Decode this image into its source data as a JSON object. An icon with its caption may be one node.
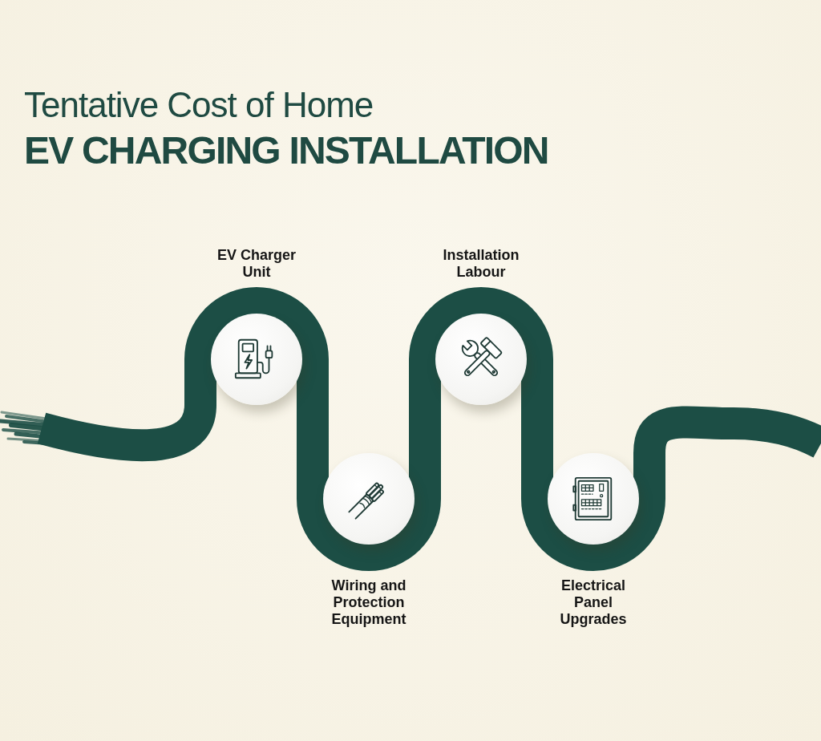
{
  "diagram": {
    "title": "Tentative Cost of Home **EV CHARGING INSTALLATION**",
    "nodes": [
      {
        "text": [
          "EV Charger Unit"
        ]
      },
      {
        "text": [
          "Wiring and Protection Equipment"
        ]
      },
      {
        "text": [
          "Installation Labour"
        ]
      },
      {
        "text": [
          "Electrical Panel Upgrades"
        ]
      }
    ],
    "edges": [
      {
        "from": null,
        "to": 0,
        "arrow": "none"
      },
      {
        "from": 0,
        "to": 1,
        "arrow": "none"
      },
      {
        "from": 1,
        "to": 2,
        "arrow": "none"
      },
      {
        "from": 2,
        "to": 3,
        "arrow": "none"
      },
      {
        "from": 3,
        "to": null,
        "arrow": "none"
      }
    ]
  }
}
